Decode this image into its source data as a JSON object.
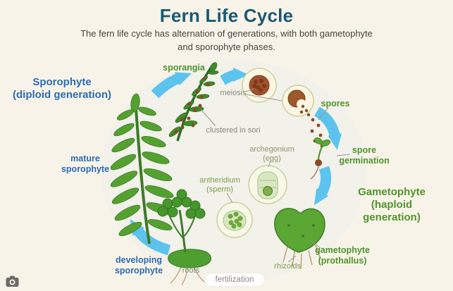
{
  "header": {
    "title": "Fern Life Cycle",
    "subtitle": "The fern life cycle has alternation of generations, with both gametophyte and sporophyte phases."
  },
  "stages": {
    "sporophyte_phase": "Sporophyte\n(diploid generation)",
    "sporangia": "sporangia",
    "meiosis": "meiosis",
    "clustered_in_sori": "clustered in sori",
    "spores": "spores",
    "spore_germination": "spore\ngermination",
    "gametophyte_phase": "Gametophyte\n(haploid generation)",
    "mature_sporophyte": "mature\nsporophyte",
    "archegonium": "archegonium\n(egg)",
    "antheridium": "antheridium\n(sperm)",
    "gametophyte_prothallus": "gametophyte\n(prothallus)",
    "rhizoids": "rhizoids",
    "roots": "roots",
    "developing_sporophyte": "developing\nsporophyte",
    "fertilization": "fertilization"
  },
  "colors": {
    "background": "#f8f3e8",
    "title_text": "#1a5a74",
    "sporophyte_text": "#2a6cb5",
    "gametophyte_text": "#4f942c",
    "neutral_text": "#8b897c",
    "arrow": "#5cc3ef",
    "fern_green": "#54a12f",
    "spore_brown": "#8a4a26"
  },
  "icons": {
    "corner_icon": "camera-icon"
  }
}
